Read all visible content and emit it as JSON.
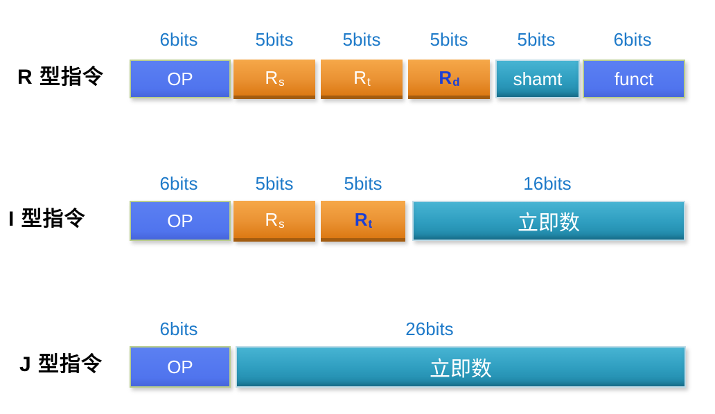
{
  "colors": {
    "bits_label_blue": "#1e7ac9",
    "box_text_white": "#ffffff",
    "highlight_text_blue": "#1c3fd4",
    "row_label_black": "#000000",
    "blue_box_fill": "#5478ef",
    "blue_box_border": "#b9cd8c",
    "orange_box_top": "#f6a849",
    "orange_box_bottom": "#dc7913",
    "orange_box_edge": "#a35c10",
    "teal_box_top": "#47b4d3",
    "teal_box_bottom": "#1f87a7",
    "teal_box_border": "#bedbe7"
  },
  "rows": [
    {
      "label": "R 型指令",
      "fields": [
        {
          "bits": "6bits",
          "text": "OP",
          "sub": ""
        },
        {
          "bits": "5bits",
          "text": "R",
          "sub": "s"
        },
        {
          "bits": "5bits",
          "text": "R",
          "sub": "t"
        },
        {
          "bits": "5bits",
          "text": "R",
          "sub": "d"
        },
        {
          "bits": "5bits",
          "text": "shamt",
          "sub": ""
        },
        {
          "bits": "6bits",
          "text": "funct",
          "sub": ""
        }
      ]
    },
    {
      "label": "I 型指令",
      "fields": [
        {
          "bits": "6bits",
          "text": "OP",
          "sub": ""
        },
        {
          "bits": "5bits",
          "text": "R",
          "sub": "s"
        },
        {
          "bits": "5bits",
          "text": "R",
          "sub": "t"
        },
        {
          "bits": "16bits",
          "text": "立即数",
          "sub": ""
        }
      ]
    },
    {
      "label": "J 型指令",
      "fields": [
        {
          "bits": "6bits",
          "text": "OP",
          "sub": ""
        },
        {
          "bits": "26bits",
          "text": "立即数",
          "sub": ""
        }
      ]
    }
  ]
}
